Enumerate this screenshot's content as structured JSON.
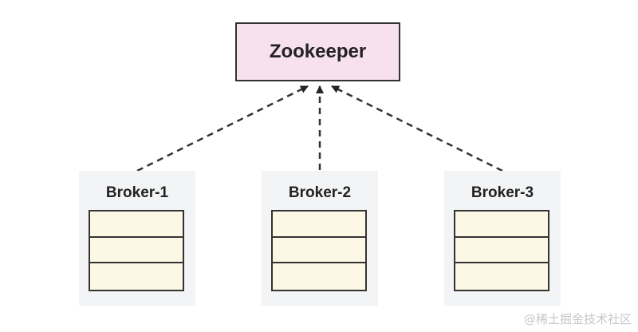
{
  "zookeeper": {
    "label": "Zookeeper",
    "fill_color": "#f7e1ee"
  },
  "brokers": [
    {
      "label": "Broker-1",
      "partitions": 3
    },
    {
      "label": "Broker-2",
      "partitions": 3
    },
    {
      "label": "Broker-3",
      "partitions": 3
    }
  ],
  "colors": {
    "broker_fill": "#f3f4f5",
    "partition_fill": "#fdf7e6",
    "line": "#333333"
  },
  "watermark": "@稀土掘金技术社区"
}
